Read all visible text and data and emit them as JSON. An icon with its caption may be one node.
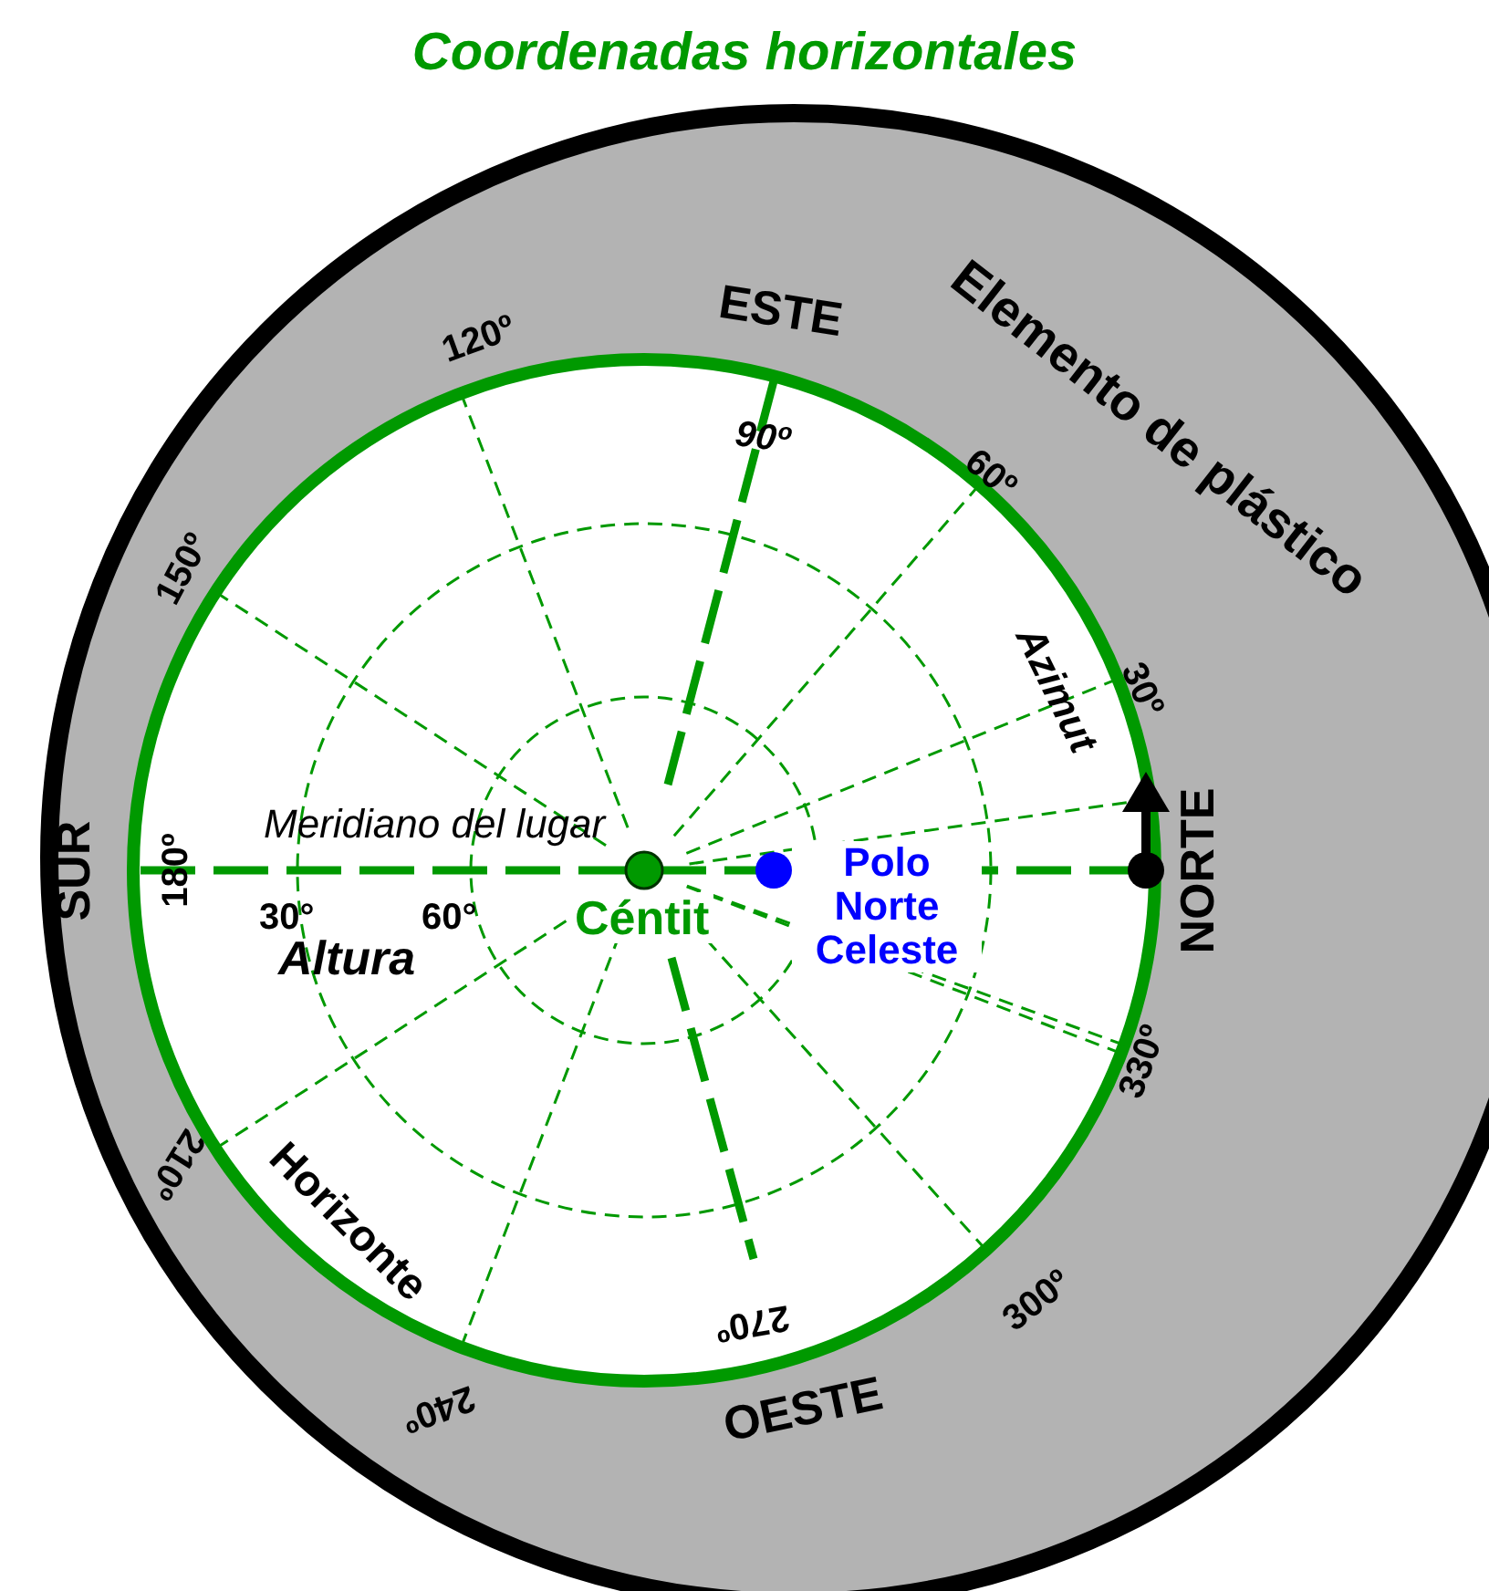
{
  "diagram": {
    "title": "Coordenadas horizontales",
    "labels": [
      "Elemento de plástico",
      "ESTE",
      "120º",
      "90º",
      "60º",
      "150º",
      "Azimut",
      "30º",
      "Polo Norte Celeste",
      "Meridiano del lugar",
      "180º",
      "SUR",
      "NORTE",
      "30°",
      "60°",
      "Céntit",
      "Altura",
      "330º",
      "210º",
      "Horizonte",
      "300º",
      "270º",
      "240º",
      "OESTE"
    ]
  }
}
